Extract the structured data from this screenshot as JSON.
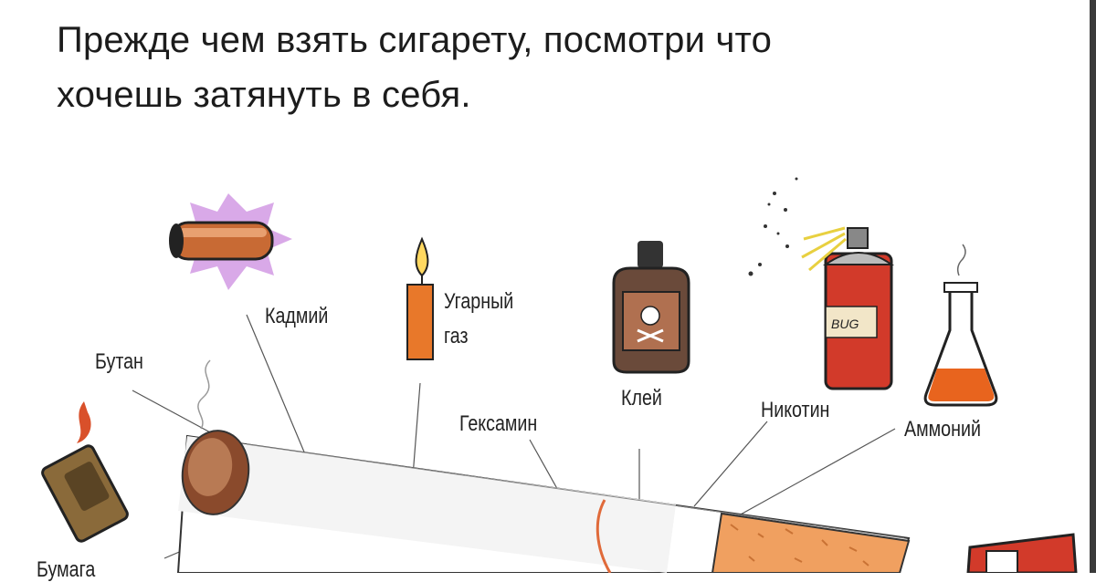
{
  "headline": {
    "line1": "Прежде чем взять сигарету, посмотри что",
    "line2": "хочешь затянуть в себя."
  },
  "labels": {
    "cadmium": "Кадмий",
    "butane": "Бутан",
    "carbon_monoxide_1": "Угарный",
    "carbon_monoxide_2": "газ",
    "glue": "Клей",
    "hexamine": "Гексамин",
    "nicotine": "Никотин",
    "ammonium": "Аммоний",
    "paper": "Бумага"
  },
  "spray_can_text": "BUG",
  "colors": {
    "text": "#1c1c1c",
    "filter": "#f0a060",
    "spray": "#d23a2a",
    "flask_liquid": "#e8641e",
    "battery": "#c86a34"
  }
}
